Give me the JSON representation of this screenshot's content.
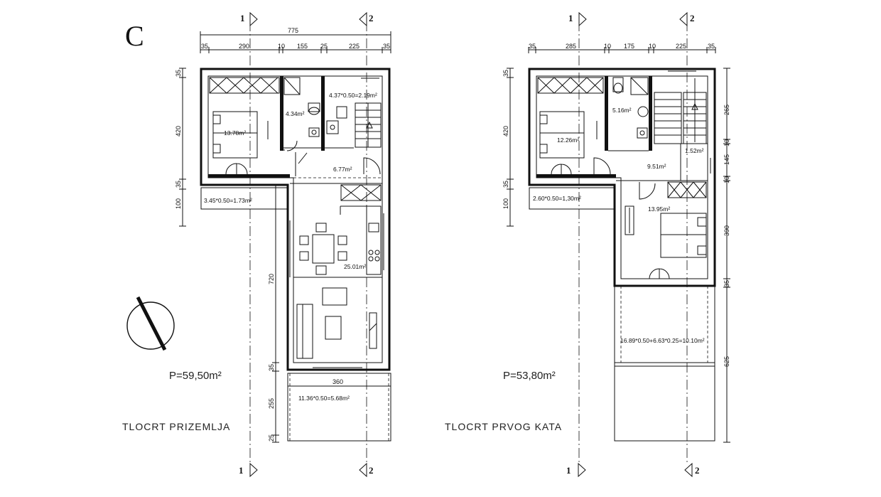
{
  "sheet_label": "C",
  "section_markers": {
    "one": "1",
    "two": "2"
  },
  "ground": {
    "title": "TLOCRT PRIZEMLJA",
    "total_area": "P=59,50m²",
    "top_dims": [
      "775",
      "35",
      "290",
      "10",
      "155",
      "25",
      "225",
      "35"
    ],
    "left_dims": [
      "35",
      "420",
      "35",
      "100"
    ],
    "right_dims": [
      "720",
      "35",
      "255",
      "25"
    ],
    "bottom_dim": "360",
    "rooms": {
      "bedroom": "13.78m²",
      "bath": "4.34m²",
      "stairs": "4.37*0.50=2.19m²",
      "hall": "6.77m²",
      "loggia": "3.45*0.50=1.73m²",
      "living": "25.01m²",
      "terrace": "11.36*0.50=5.68m²"
    }
  },
  "first": {
    "title": "TLOCRT PRVOG KATA",
    "total_area": "P=53,80m²",
    "top_dims": [
      "35",
      "285",
      "10",
      "175",
      "10",
      "225",
      "35"
    ],
    "left_dims": [
      "35",
      "420",
      "35",
      "100"
    ],
    "right_dims": [
      "265",
      "10",
      "145",
      "10",
      "390",
      "35",
      "625"
    ],
    "rooms": {
      "bedroom1": "12.26m²",
      "bath": "5.16m²",
      "wc": "1.52m²",
      "hall": "9.51m²",
      "balcony": "2.60*0.50=1,30m²",
      "bedroom2": "13.95m²",
      "terrace": "16.89*0.50+6.63*0.25=10.10m²"
    }
  }
}
